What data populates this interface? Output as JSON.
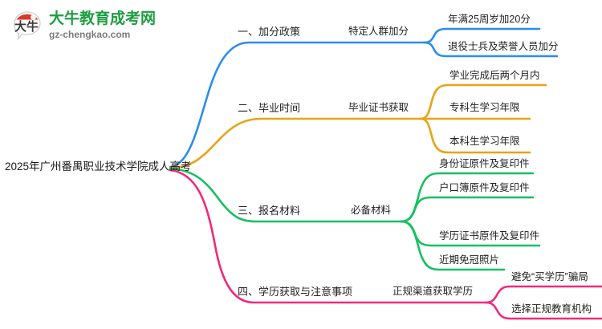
{
  "logo": {
    "mark_text": "大牛",
    "title": "大牛教育成考网",
    "subtitle": "gz-chengkao.com",
    "title_color": "#1f9d42",
    "subtitle_color": "#7b7b7b",
    "mark_red": "#d8372a"
  },
  "mindmap": {
    "root": "2025年广州番禺职业技术学院成人高考",
    "colors": {
      "blue": "#2b8ded",
      "orange": "#e8a317",
      "green": "#16c060",
      "pink": "#ef2a7b"
    },
    "branches": [
      {
        "label": "一、加分政策",
        "color_key": "blue",
        "sub": {
          "label": "特定人群加分",
          "leaves": [
            "年满25周岁加20分",
            "退役士兵及荣誉人员加分"
          ]
        }
      },
      {
        "label": "二、毕业时间",
        "color_key": "orange",
        "sub": {
          "label": "毕业证书获取",
          "leaves": [
            "学业完成后两个月内",
            "专科生学习年限",
            "本科生学习年限"
          ]
        }
      },
      {
        "label": "三、报名材料",
        "color_key": "green",
        "sub": {
          "label": "必备材料",
          "leaves": [
            "身份证原件及复印件",
            "户口簿原件及复印件",
            "学历证书原件及复印件",
            "近期免冠照片"
          ]
        }
      },
      {
        "label": "四、学历获取与注意事项",
        "color_key": "pink",
        "sub": {
          "label": "正规渠道获取学历",
          "leaves": [
            "避免“买学历”骗局",
            "选择正规教育机构"
          ]
        }
      }
    ]
  }
}
